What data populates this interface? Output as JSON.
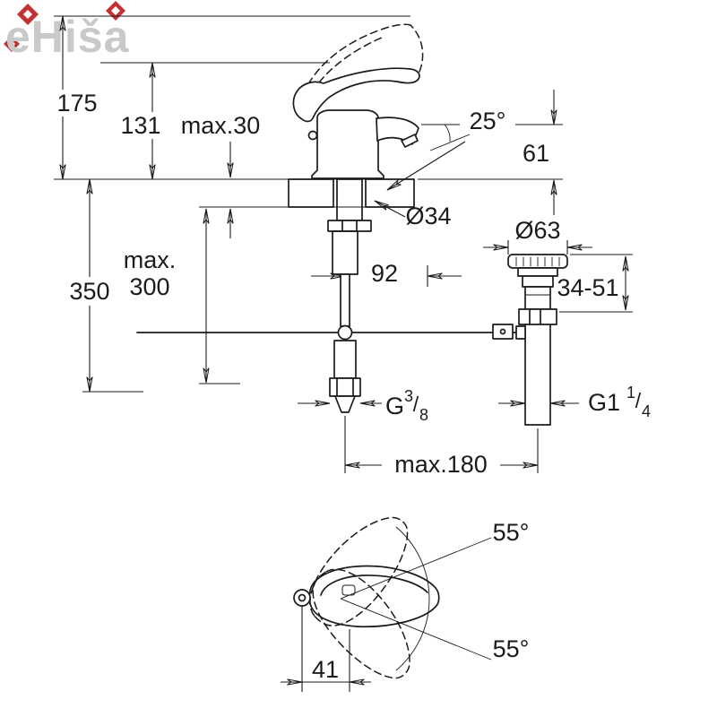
{
  "watermark": {
    "text": "eHiša",
    "color": "#c9c9c9",
    "accent": "#c23232"
  },
  "colors": {
    "line": "#1b1b1b",
    "wmtext": "#c9c9c9",
    "wmaccent": "#c23232",
    "bg": "#ffffff"
  },
  "dims": {
    "height_overall": "175",
    "height_body": "131",
    "deck_thickness": "max.30",
    "spout_angle": "25°",
    "spout_height": "61",
    "hole_dia": "Ø34",
    "flange_dia": "Ø63",
    "spout_reach": "92",
    "hose_max_label": "max.",
    "hose_max_value": "300",
    "supply_height": "350",
    "drain_adjust": "34-51",
    "max_distance": "max.180",
    "swing_top": "55°",
    "swing_bottom": "55°",
    "handle_offset": "41",
    "supply_thread": {
      "base": "G",
      "num": "3",
      "slash": "/",
      "den": "8"
    },
    "drain_thread": {
      "base": "G1",
      "num": "1",
      "slash": "/",
      "den": "4"
    }
  }
}
